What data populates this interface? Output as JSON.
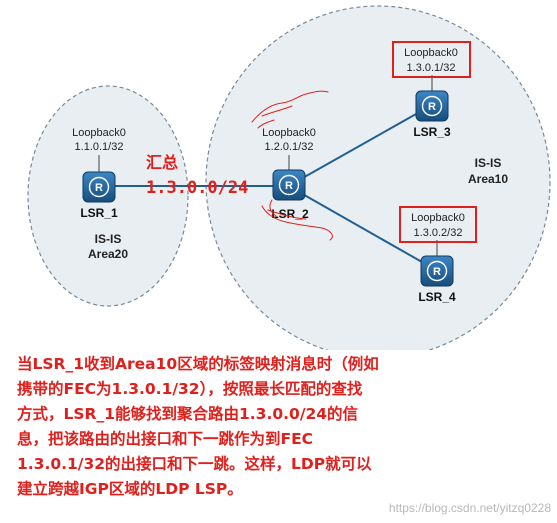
{
  "area_small": {
    "line1": "IS-IS",
    "line2": "Area20"
  },
  "area_large": {
    "line1": "IS-IS",
    "line2": "Area10"
  },
  "routers": {
    "lsr1": {
      "name": "LSR_1",
      "loopback": "Loopback0",
      "ip": "1.1.0.1/32"
    },
    "lsr2": {
      "name": "LSR_2",
      "loopback": "Loopback0",
      "ip": "1.2.0.1/32"
    },
    "lsr3": {
      "name": "LSR_3",
      "loopback": "Loopback0",
      "ip": "1.3.0.1/32"
    },
    "lsr4": {
      "name": "LSR_4",
      "loopback": "Loopback0",
      "ip": "1.3.0.2/32"
    }
  },
  "router_icon_glyph": "R",
  "annotation": {
    "label": "汇总",
    "prefix": "1.3.0.0/24"
  },
  "explanation": [
    "当LSR_1收到Area10区域的标签映射消息时（例如",
    "携带的FEC为1.3.0.1/32），按照最长匹配的查找",
    "方式，LSR_1能够找到聚合路由1.3.0.0/24的信",
    "息，把该路由的出接口和下一跳作为到FEC",
    "1.3.0.1/32的出接口和下一跳。这样，LDP就可以",
    "建立跨越IGP区域的LDP LSP。"
  ],
  "watermark": "https://blog.csdn.net/yitzq0228",
  "colors": {
    "accent_red": "#e0201c",
    "router_blue": "#1f5f93",
    "area_fill": "#e9eef3"
  },
  "icons": {
    "router": "router-icon"
  }
}
